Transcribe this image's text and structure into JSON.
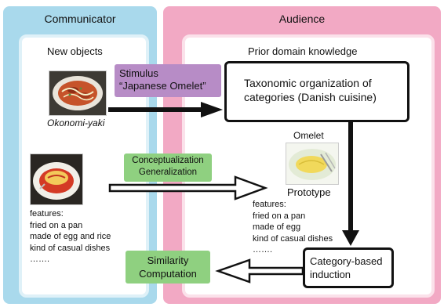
{
  "panels": {
    "communicator": "Communicator",
    "audience": "Audience"
  },
  "communicator": {
    "heading": "New objects",
    "okonomiyaki_caption": "Okonomi-yaki",
    "features_title": "features:",
    "features": [
      "fried on a pan",
      "made of egg and rice",
      "kind of casual dishes",
      "……."
    ]
  },
  "audience": {
    "heading": "Prior domain knowledge",
    "taxonomy_box": "Taxonomic organization of categories (Danish cuisine)",
    "omelet_caption": "Omelet",
    "prototype_label": "Prototype",
    "features_title": "features:",
    "features": [
      "fried on a pan",
      "made of egg",
      "kind of casual dishes",
      "……."
    ],
    "induction_box": "Category-based induction"
  },
  "stimulus": {
    "line1": "Stimulus",
    "line2": "“Japanese Omelet”"
  },
  "conceptualization": {
    "line1": "Conceptualization",
    "line2": "Generalization"
  },
  "similarity": {
    "line1": "Similarity",
    "line2": "Computation"
  },
  "colors": {
    "communicator_bg": "#a9d9ec",
    "audience_bg": "#f2a9c4",
    "stimulus_bg": "#b78cc6",
    "process_bg": "#8fd080"
  },
  "icons": [
    "okonomiyaki-photo",
    "omurice-photo",
    "omelet-photo"
  ]
}
